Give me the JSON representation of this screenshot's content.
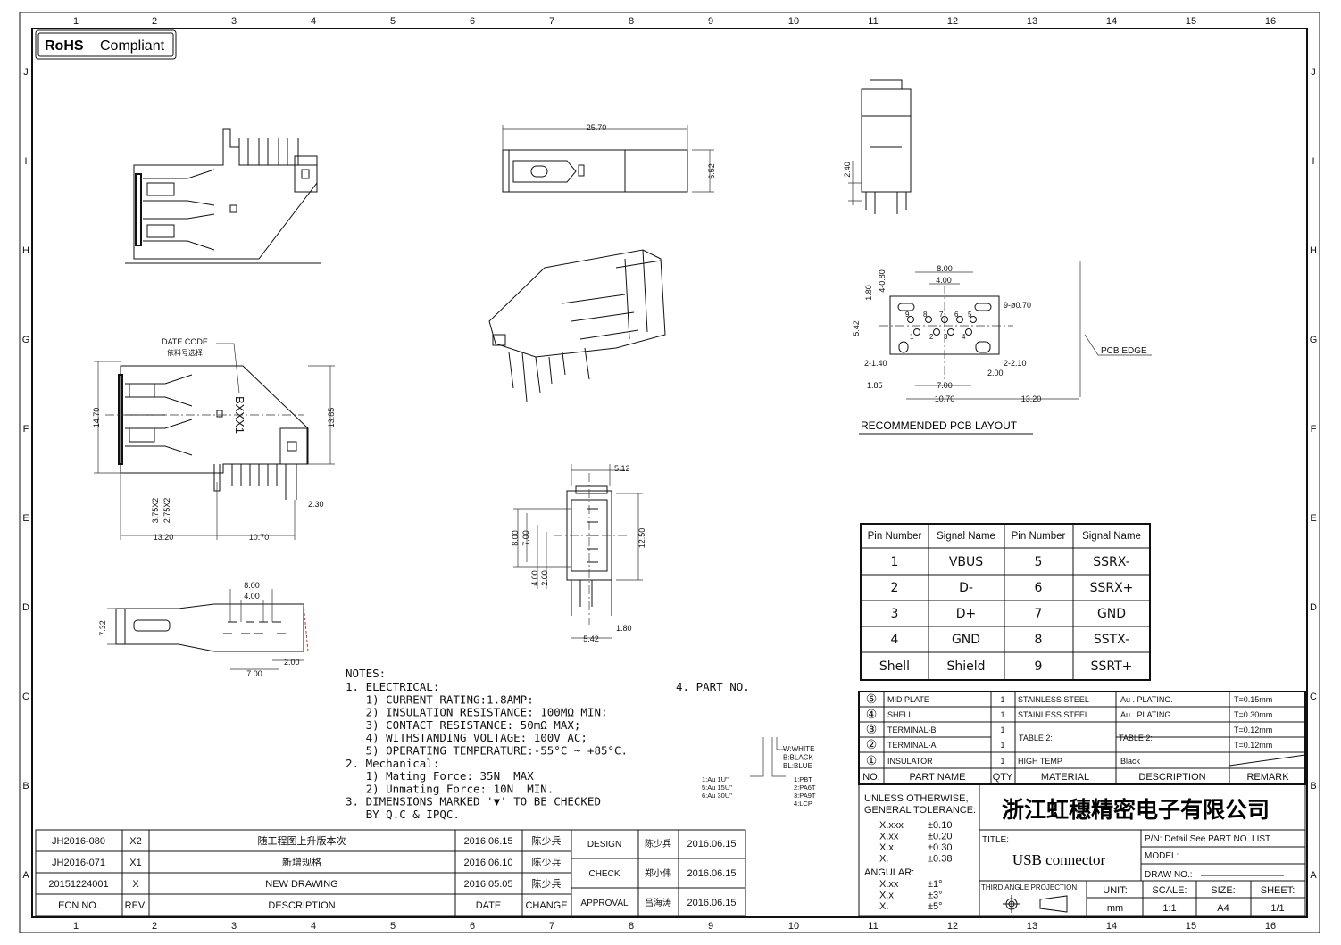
{
  "badge": {
    "bold": "RoHS",
    "label": "Compliant"
  },
  "grid": {
    "columns": [
      "1",
      "2",
      "3",
      "4",
      "5",
      "6",
      "7",
      "8",
      "9",
      "10",
      "11",
      "12",
      "13",
      "14",
      "15",
      "16"
    ],
    "rows": [
      "J",
      "I",
      "H",
      "G",
      "F",
      "E",
      "D",
      "C",
      "B",
      "A"
    ]
  },
  "top_view": {
    "length": "25.70",
    "height": "6.52"
  },
  "side_view": {
    "pin": "2.40"
  },
  "pcb_layout": {
    "w_outer": "8.00",
    "w_inner": "4.00",
    "slot": "4-0.80",
    "row_gap": "1.80",
    "height": "5.42",
    "hole": "9-ø0.70",
    "pins": [
      "1",
      "2",
      "3",
      "4",
      "5",
      "6",
      "7",
      "8",
      "9"
    ],
    "left_slot": "2-1.40",
    "right_slot": "2-2.10",
    "pitch": "2.00",
    "offset": "1.85",
    "span": "7.00",
    "mount": "10.70",
    "edge_dist": "13.20",
    "edge_label": "PCB EDGE",
    "title": "RECOMMENDED PCB LAYOUT"
  },
  "side_section": {
    "date_code": "DATE CODE",
    "date_code_cn": "依料号选择",
    "marking": "BXXX1",
    "height": "14.70",
    "height2": "13.85",
    "d1": "3.75X2",
    "d2": "2.75X2",
    "pitch": "2.30",
    "len1": "13.20",
    "len2": "10.70"
  },
  "front_view": {
    "width": "5.12",
    "h1": "8.00",
    "h2": "7.00",
    "h3": "4.00",
    "h4": "2.00",
    "height": "12.50",
    "pin": "1.80",
    "span": "5.42"
  },
  "bottom_view": {
    "w1": "8.00",
    "w2": "4.00",
    "height": "7.32",
    "pitch": "2.00",
    "span": "7.00"
  },
  "pin_table": {
    "headers": [
      "Pin Number",
      "Signal Name",
      "Pin Number",
      "Signal Name"
    ],
    "rows": [
      [
        "1",
        "VBUS",
        "5",
        "SSRX-"
      ],
      [
        "2",
        "D-",
        "6",
        "SSRX+"
      ],
      [
        "3",
        "D+",
        "7",
        "GND"
      ],
      [
        "4",
        "GND",
        "8",
        "SSTX-"
      ],
      [
        "Shell",
        "Shield",
        "9",
        "SSRT+"
      ]
    ]
  },
  "notes": {
    "title": "NOTES:",
    "lines": [
      "1. ELECTRICAL:",
      "   1) CURRENT RATING:1.8AMP:",
      "   2) INSULATION RESISTANCE: 100MΩ MIN;",
      "   3) CONTACT RESISTANCE: 50mΩ MAX;",
      "   4) WITHSTANDING VOLTAGE: 100V AC;",
      "   5) OPERATING TEMPERATURE:-55°C ~ +85°C.",
      "2. Mechanical:",
      "   1) Mating Force: 35N  MAX",
      "   2) Unmating Force: 10N  MIN.",
      "3. DIMENSIONS MARKED '▼' TO BE CHECKED",
      "   BY Q.C & IPQC."
    ]
  },
  "part_no": {
    "title": "4. PART NO.",
    "plating": [
      "1:Au 1U\"",
      "5:Au 15U\"",
      "6:Au 30U\""
    ],
    "material": [
      "1:PBT",
      "2:PA6T",
      "3:PA9T",
      "4:LCP"
    ],
    "color": [
      "W:WHITE",
      "B:BLACK",
      "BL:BLUE"
    ]
  },
  "bom": {
    "headers": [
      "NO.",
      "PART NAME",
      "QTY",
      "MATERIAL",
      "DESCRIPTION",
      "REMARK"
    ],
    "rows": [
      {
        "no": "⑤",
        "name": "MID PLATE",
        "qty": "1",
        "material": "STAINLESS STEEL",
        "desc": "Au . PLATING.",
        "remark": "T=0.15mm"
      },
      {
        "no": "④",
        "name": "SHELL",
        "qty": "1",
        "material": "STAINLESS STEEL",
        "desc": "Au . PLATING.",
        "remark": "T=0.30mm"
      },
      {
        "no": "③",
        "name": "TERMINAL-B",
        "qty": "1",
        "material": "",
        "desc": "",
        "remark": "T=0.12mm"
      },
      {
        "no": "②",
        "name": "TERMINAL-A",
        "qty": "1",
        "material": "",
        "desc": "",
        "remark": "T=0.12mm"
      },
      {
        "no": "①",
        "name": "INSULATOR",
        "qty": "1",
        "material": "HIGH TEMP",
        "desc": "Black",
        "remark": ""
      }
    ],
    "merged_material": "TABLE 2:",
    "merged_desc": "TABLE 2:"
  },
  "tolerance": {
    "title1": "UNLESS OTHERWISE,",
    "title2": "GENERAL TOLERANCE:",
    "linear": [
      [
        "X.xxx",
        "±0.10"
      ],
      [
        "X.xx",
        "±0.20"
      ],
      [
        "X.x",
        "±0.30"
      ],
      [
        "X.",
        "±0.38"
      ]
    ],
    "angular_label": "ANGULAR:",
    "angular": [
      [
        "X.xx",
        "±1°"
      ],
      [
        "X.x",
        "±3°"
      ],
      [
        "X.",
        "±5°"
      ]
    ]
  },
  "title_block": {
    "company": "浙江虹穗精密电子有限公司",
    "title_label": "TITLE:",
    "title": "USB connector",
    "pn": "P/N: Detail  See  PART  NO.  LIST",
    "model": "MODEL:",
    "draw_no": "DRAW  NO.:",
    "projection": "THIRD ANGLE PROJECTION",
    "unit_label": "UNIT:",
    "unit": "mm",
    "scale_label": "SCALE:",
    "scale": "1:1",
    "size_label": "SIZE:",
    "size": "A4",
    "sheet_label": "SHEET:",
    "sheet": "1/1"
  },
  "revisions": {
    "headers": [
      "ECN NO.",
      "REV.",
      "DESCRIPTION",
      "DATE",
      "CHANGE"
    ],
    "rows": [
      [
        "JH2016-080",
        "X2",
        "随工程图上升版本次",
        "2016.06.15",
        "陈少兵"
      ],
      [
        "JH2016-071",
        "X1",
        "新增规格",
        "2016.06.10",
        "陈少兵"
      ],
      [
        "20151224001",
        "X",
        "NEW DRAWING",
        "2016.05.05",
        "陈少兵"
      ]
    ],
    "approvals": [
      {
        "role": "DESIGN",
        "name": "陈少兵",
        "date": "2016.06.15"
      },
      {
        "role": "CHECK",
        "name": "郑小伟",
        "date": "2016.06.15"
      },
      {
        "role": "APPROVAL",
        "name": "吕海涛",
        "date": "2016.06.15"
      }
    ]
  }
}
